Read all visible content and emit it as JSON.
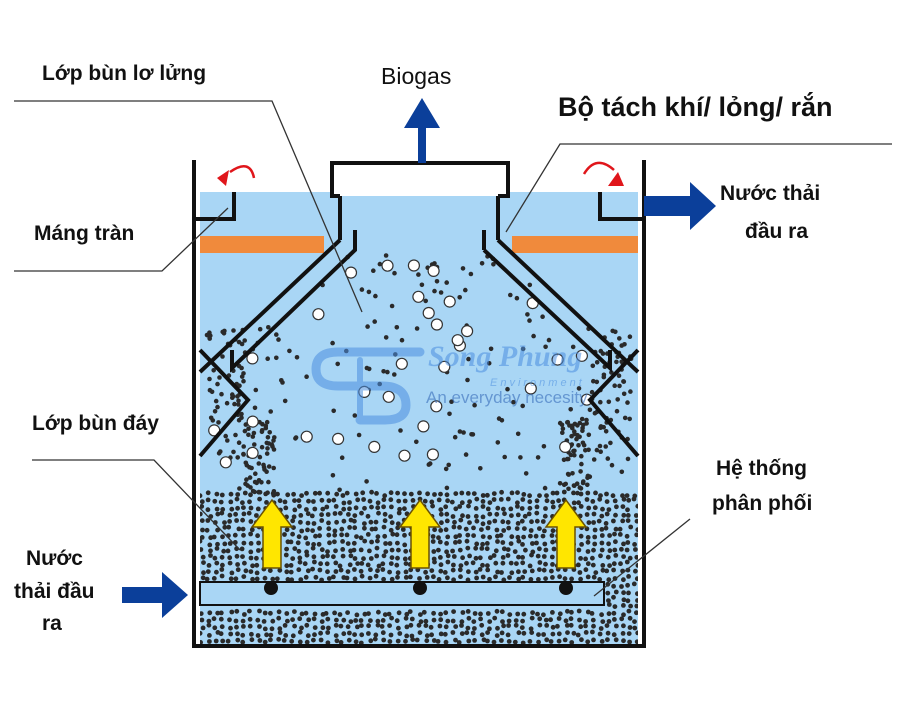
{
  "labels": {
    "suspended_sludge": "Lớp bùn lơ lửng",
    "biogas": "Biogas",
    "separator": "Bộ tách khí/ lỏng/ rắn",
    "overflow_weir": "Máng tràn",
    "effluent_line1": "Nước thải",
    "effluent_line2": "đầu ra",
    "bottom_sludge": "Lớp bùn đáy",
    "distribution_line1": "Hệ thống",
    "distribution_line2": "phân phối",
    "influent_line1": "Nước",
    "influent_line2": "thải đầu",
    "influent_line3": "ra"
  },
  "watermark": {
    "brand": "Song Phung",
    "sub": "Environment",
    "tagline": "An everyday necesity"
  },
  "colors": {
    "water": "#a9d6f5",
    "orange_layer": "#f08a3c",
    "arrow_blue": "#0b3f9a",
    "yellow_arrow": "#ffe600",
    "sludge_dot": "#2a2a2a",
    "wall": "#111111",
    "weir_arrow": "#e0161b",
    "watermark": "#4b8fe0"
  },
  "icons": {
    "flow_arrows": "arrow-right-icon",
    "gas_arrow": "arrow-up-icon",
    "upflow": "arrow-up-icon",
    "weir": "curved-arrow-icon"
  }
}
